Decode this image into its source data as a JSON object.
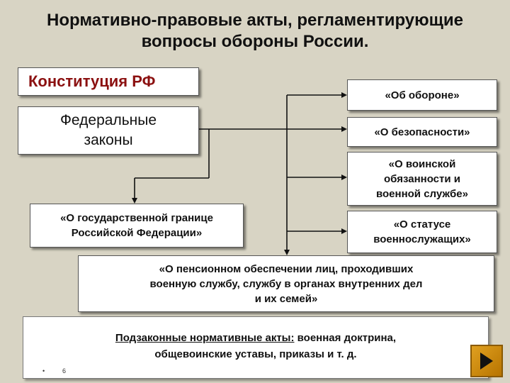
{
  "title": {
    "line1": "Нормативно-правовые акты, регламентирующие",
    "line2": "вопросы обороны России."
  },
  "constitution": "Конституция РФ",
  "federal_laws": {
    "line1": "Федеральные",
    "line2": "законы"
  },
  "laws": {
    "defense": "«Об обороне»",
    "security": "«О безопасности»",
    "military_duty": [
      "«О воинской",
      "обязанности и",
      "военной службе»"
    ],
    "border": [
      "«О государственной границе",
      "Российской Федерации»"
    ],
    "status": [
      "«О статусе",
      "военнослужащих»"
    ],
    "pension": [
      "«О пенсионном обеспечении лиц, проходивших",
      "военную службу, службу в органах внутренних дел",
      "и их семей»"
    ]
  },
  "subordinate": {
    "label": "Подзаконные нормативные акты:",
    "text1": " военная доктрина,",
    "text2": "общевоинские уставы, приказы и т. д."
  },
  "footer": {
    "mark1": "•",
    "mark2": "6"
  },
  "colors": {
    "background": "#d8d4c4",
    "constitution_text": "#8b1010",
    "button": "#c98a10"
  },
  "icons": {
    "next": "arrow-right-icon"
  }
}
